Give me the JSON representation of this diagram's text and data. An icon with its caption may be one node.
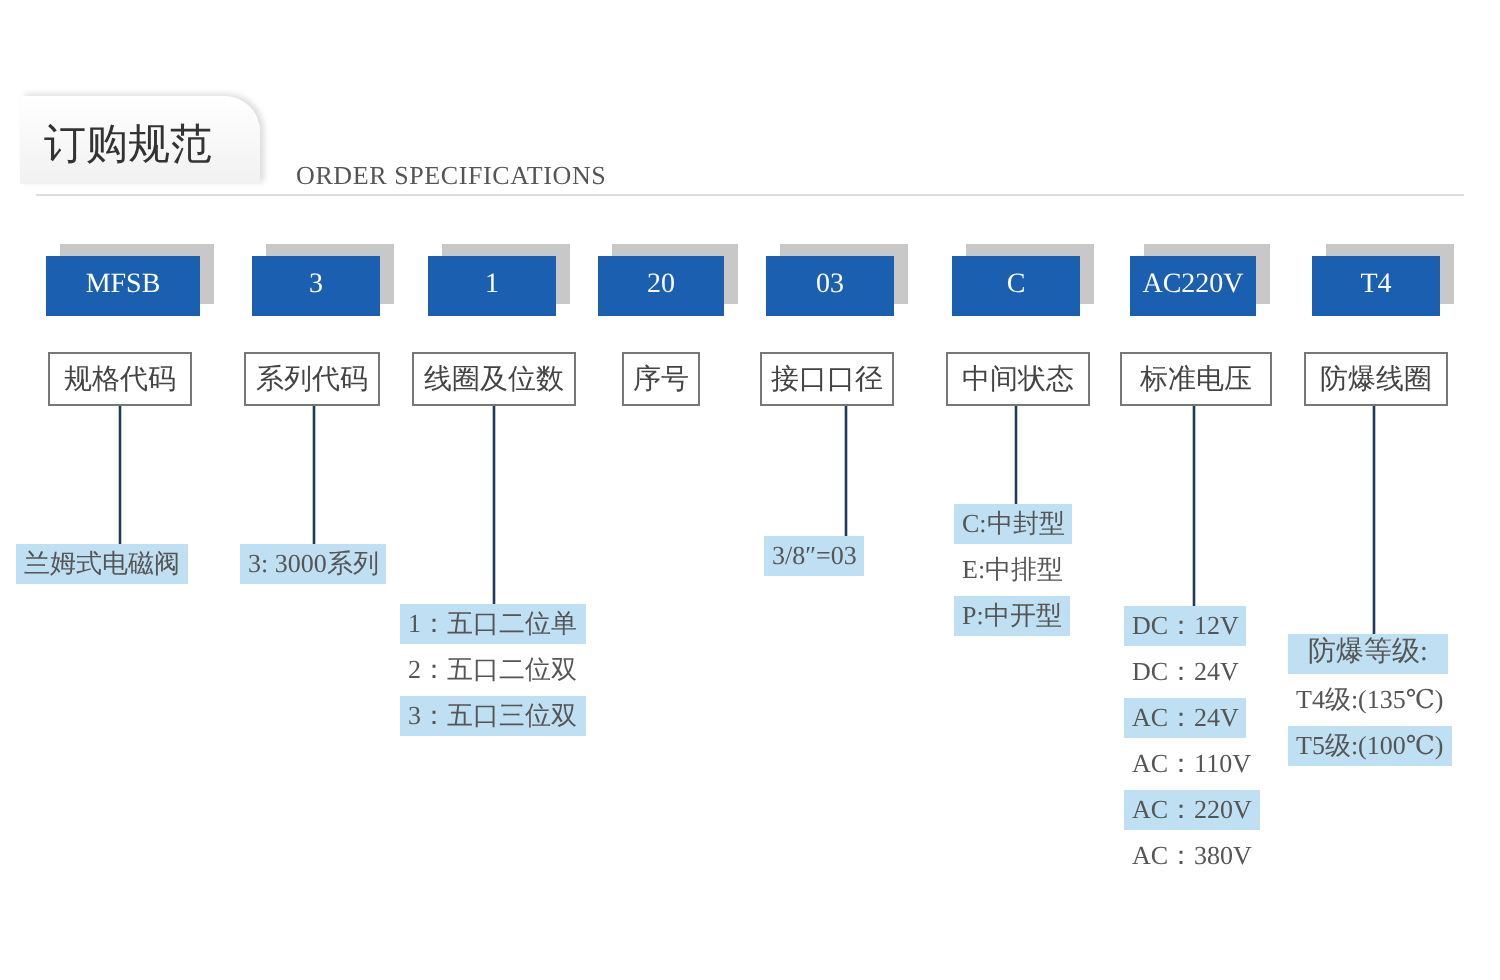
{
  "diagram": {
    "title": "订购规范",
    "labels": [
      "ORDER SPECIFICATIONS"
    ],
    "nodes": [
      {
        "text": [
          "MFSB"
        ]
      },
      {
        "text": [
          "3"
        ]
      },
      {
        "text": [
          "1"
        ]
      },
      {
        "text": [
          "20"
        ]
      },
      {
        "text": [
          "03"
        ]
      },
      {
        "text": [
          "C"
        ]
      },
      {
        "text": [
          "AC220V"
        ]
      },
      {
        "text": [
          "T4"
        ]
      },
      {
        "text": [
          "规格代码"
        ]
      },
      {
        "text": [
          "系列代码"
        ]
      },
      {
        "text": [
          "线圈及位数"
        ]
      },
      {
        "text": [
          "序号"
        ]
      },
      {
        "text": [
          "接口口径"
        ]
      },
      {
        "text": [
          "中间状态"
        ]
      },
      {
        "text": [
          "标准电压"
        ]
      },
      {
        "text": [
          "防爆线圈"
        ]
      },
      {
        "text": [
          "兰姆式电磁阀"
        ]
      },
      {
        "text": [
          "3: 3000系列"
        ]
      },
      {
        "text": [
          "1：五口二位单",
          "2：五口二位双",
          "3：五口三位双"
        ]
      },
      {
        "text": [
          "3/8″=03"
        ]
      },
      {
        "text": [
          "C:中封型",
          "E:中排型",
          "P:中开型"
        ]
      },
      {
        "text": [
          "DC：12V",
          "DC：24V",
          "AC：24V",
          "AC：110V",
          "AC：220V",
          "AC：380V"
        ]
      },
      {
        "text": [
          "防爆等级:",
          "T4级:(135℃)",
          "T5级:(100℃)"
        ]
      }
    ],
    "edges": [
      {
        "from": 8,
        "to": 16,
        "arrow": "none"
      },
      {
        "from": 9,
        "to": 17,
        "arrow": "none"
      },
      {
        "from": 10,
        "to": 18,
        "arrow": "none"
      },
      {
        "from": 12,
        "to": 19,
        "arrow": "none"
      },
      {
        "from": 13,
        "to": 20,
        "arrow": "none"
      },
      {
        "from": 14,
        "to": 21,
        "arrow": "none"
      },
      {
        "from": 15,
        "to": 22,
        "arrow": "none"
      }
    ]
  }
}
